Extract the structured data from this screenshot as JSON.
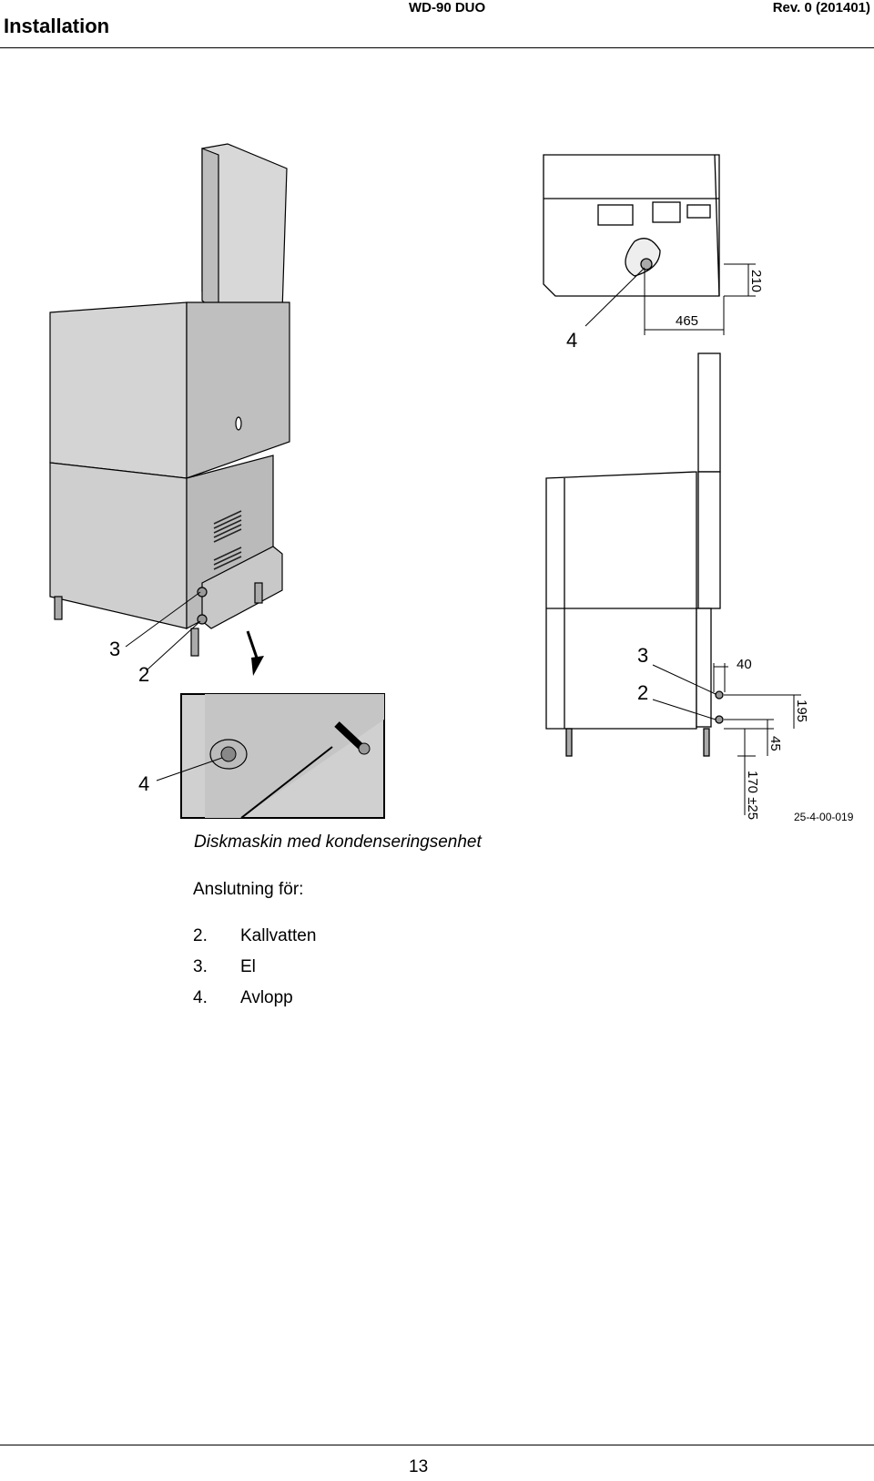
{
  "header": {
    "section": "Installation",
    "model": "WD-90 DUO",
    "revision": "Rev. 0 (201401)"
  },
  "figure": {
    "callouts": {
      "drain": "4",
      "electric": "3",
      "cold_water": "2",
      "detail_drain": "4",
      "side_electric": "3",
      "side_cold_water": "2"
    },
    "dimensions": {
      "drain_depth": "210",
      "drain_offset": "465",
      "side_offset": "40",
      "height_electric": "195",
      "height_water": "45",
      "leg_height": "170 ±25"
    },
    "drawing_id": "25-4-00-019",
    "caption": "Diskmaskin med kondenseringsenhet"
  },
  "connections": {
    "intro": "Anslutning för:",
    "items": [
      {
        "num": "2.",
        "label": "Kallvatten"
      },
      {
        "num": "3.",
        "label": "El"
      },
      {
        "num": "4.",
        "label": "Avlopp"
      }
    ]
  },
  "footer": {
    "page": "13"
  }
}
